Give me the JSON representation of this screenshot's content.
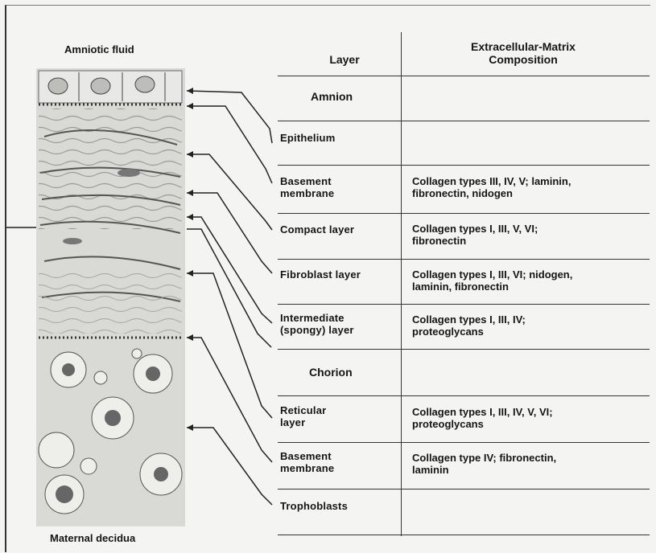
{
  "captions": {
    "top": "Amniotic fluid",
    "bottom": "Maternal decidua"
  },
  "headers": {
    "layer": "Layer",
    "composition_line1": "Extracellular-Matrix",
    "composition_line2": "Composition"
  },
  "sections": {
    "amnion": "Amnion",
    "chorion": "Chorion"
  },
  "rows": [
    {
      "layer": [
        "Epithelium"
      ],
      "composition": []
    },
    {
      "layer": [
        "Basement",
        "membrane"
      ],
      "composition": [
        "Collagen types III, IV, V; laminin,",
        "fibronectin, nidogen"
      ]
    },
    {
      "layer": [
        "Compact layer"
      ],
      "composition": [
        "Collagen types I, III, V, VI;",
        "fibronectin"
      ]
    },
    {
      "layer": [
        "Fibroblast layer"
      ],
      "composition": [
        "Collagen types I, III, VI; nidogen,",
        "laminin, fibronectin"
      ]
    },
    {
      "layer": [
        "Intermediate",
        "(spongy) layer"
      ],
      "composition": [
        "Collagen types I, III, IV;",
        "proteoglycans"
      ]
    },
    {
      "layer": [
        "Reticular",
        "layer"
      ],
      "composition": [
        "Collagen types I, III, IV, V, VI;",
        "proteoglycans"
      ]
    },
    {
      "layer": [
        "Basement",
        "membrane"
      ],
      "composition": [
        "Collagen type IV; fibronectin,",
        "laminin"
      ]
    },
    {
      "layer": [
        "Trophoblasts"
      ],
      "composition": []
    }
  ]
}
